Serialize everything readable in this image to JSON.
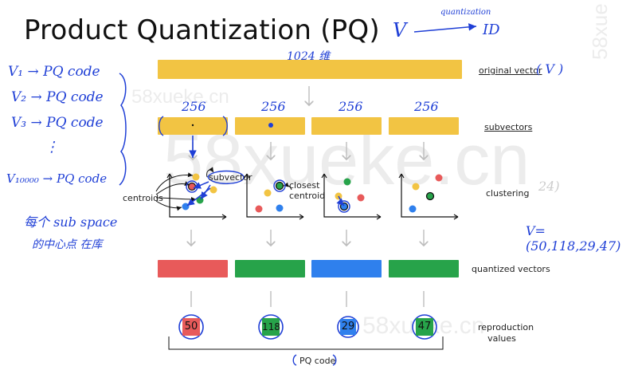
{
  "title": "Product Quantization (PQ)",
  "header_note": {
    "v": "V",
    "arrow_label": "quantization",
    "id": "ID"
  },
  "dim_note": "1024 维",
  "left_notes": [
    "V₁ → PQ code",
    "V₂ → PQ code",
    "V₃ → PQ code",
    "⋮",
    "V₁₀₀₀₀ → PQ code"
  ],
  "bottom_left_notes": [
    "每个 sub space",
    "的中心点 在库"
  ],
  "subdims": [
    "256",
    "256",
    "256",
    "256"
  ],
  "labels": {
    "original": "original vector",
    "original_suffix": "( V )",
    "subvectors": "subvectors",
    "clustering": "clustering",
    "quantized": "quantized vectors",
    "reproduction": "reproduction values",
    "pq_code": "PQ code"
  },
  "annotations": {
    "centroids": "centroids",
    "subvector": "subvector",
    "closest_centroid": "closest centroid"
  },
  "codes": [
    "50",
    "118",
    "29",
    "47"
  ],
  "code_colors": [
    "#e85a5a",
    "#27a34a",
    "#2f80ed",
    "#27a34a"
  ],
  "right_note": "V=(50,118,29,47)",
  "side_number": "24)",
  "watermarks": [
    "58xueke.cn",
    "58xueke.cn",
    "58xueke.cn",
    "58xue"
  ],
  "colors": {
    "yellow": "#f2c443",
    "red": "#e85a5a",
    "green": "#27a34a",
    "blue": "#2f80ed",
    "arrow": "#bdbdbd",
    "hand": "#1f3fd6"
  }
}
